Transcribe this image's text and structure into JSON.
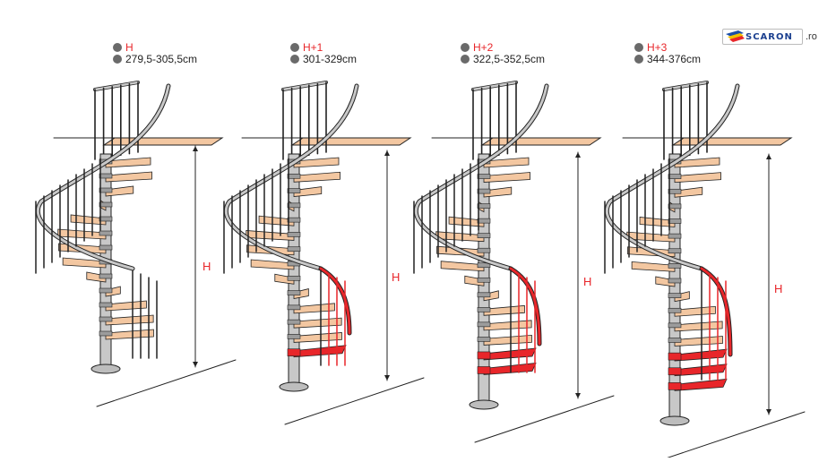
{
  "logo": {
    "brand": "SCARON",
    "tld": ".ro"
  },
  "variants": [
    {
      "name": "H",
      "range": "279,5-305,5cm",
      "extra_steps": 0
    },
    {
      "name": "H+1",
      "range": "301-329cm",
      "extra_steps": 1
    },
    {
      "name": "H+2",
      "range": "322,5-352,5cm",
      "extra_steps": 2
    },
    {
      "name": "H+3",
      "range": "344-376cm",
      "extra_steps": 3
    }
  ],
  "height_marker": "H",
  "colors": {
    "wood": "#f3c7a1",
    "metal": "#c8c8c8",
    "extension": "#e8262a",
    "outline": "#222222"
  }
}
